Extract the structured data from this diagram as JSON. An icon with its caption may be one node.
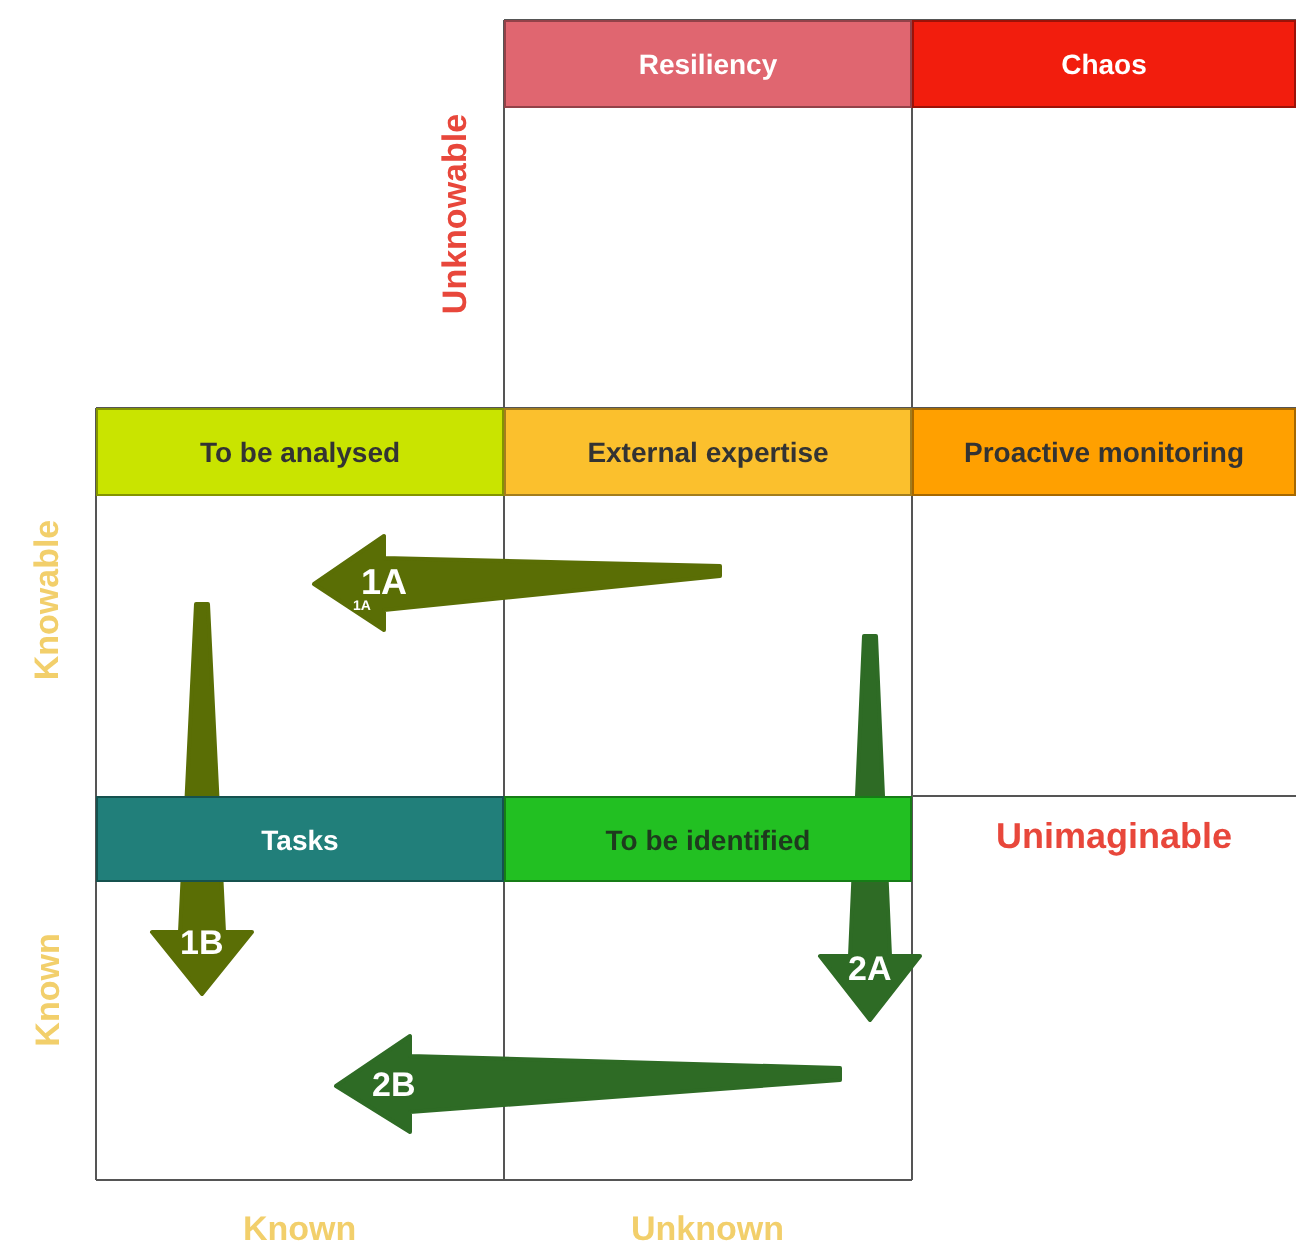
{
  "diagram": {
    "nodes": [
      {
        "text": [
          "Resiliency"
        ]
      },
      {
        "text": [
          "Chaos"
        ]
      },
      {
        "text": [
          "To be analysed"
        ]
      },
      {
        "text": [
          "External expertise"
        ]
      },
      {
        "text": [
          "Proactive monitoring"
        ]
      },
      {
        "text": [
          "Tasks"
        ]
      },
      {
        "text": [
          "To be identified"
        ]
      }
    ],
    "edges": [],
    "labels": [
      "Unknowable",
      "Knowable",
      "1A",
      "1A",
      "Unimaginable",
      "Known",
      "1B",
      "2A",
      "2B",
      "Known",
      "Unknown"
    ]
  }
}
